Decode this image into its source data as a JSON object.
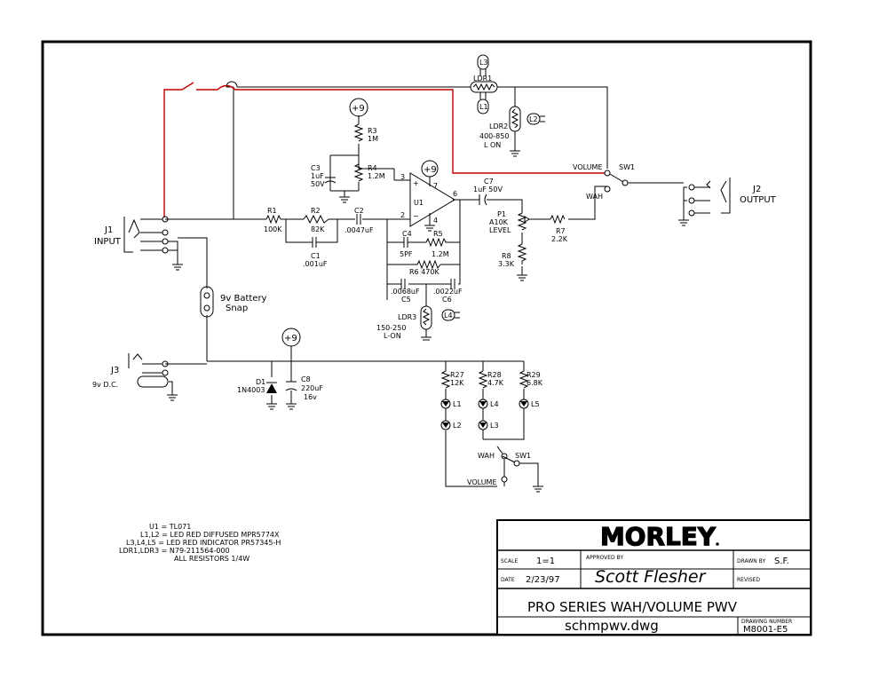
{
  "labels": {
    "j1": "J1",
    "input": "INPUT",
    "j2": "J2",
    "output": "OUTPUT",
    "j3": "J3",
    "dc": "9v D.C.",
    "battery1": "9v Battery",
    "battery2": "Snap",
    "plus9": "+9",
    "r1": "R1",
    "r1v": "100K",
    "r2": "R2",
    "r2v": "82K",
    "c1": "C1",
    "c1v": ".001uF",
    "c2": "C2",
    "c2v": ".0047uF",
    "c3": "C3",
    "c3v1": "1uF",
    "c3v2": "50V",
    "r3": "R3",
    "r3v": "1M",
    "r4": "R4",
    "r4v": "1.2M",
    "u1": "U1",
    "pin3": "3",
    "pin2": "2",
    "pin6": "6",
    "pin7": "7",
    "pin4": "4",
    "c4": "C4",
    "c4v": "5PF",
    "r5": "R5",
    "r5v": "1.2M",
    "r6": "R6 470K",
    "c5": "C5",
    "c5v": ".0068uF",
    "c6": "C6",
    "c6v": ".0022uF",
    "ldr3": "LDR3",
    "ldr3v1": "150-250",
    "ldr3v2": "L-ON",
    "l4": "L4",
    "c7": "C7",
    "c7v": "1uF 50V",
    "p1": "P1",
    "p1v1": "A10K",
    "p1v2": "LEVEL",
    "r7": "R7",
    "r7v": "2.2K",
    "r8": "R8",
    "r8v": "3.3K",
    "ldr1": "LDR1",
    "l3": "L3",
    "l1": "L1",
    "ldr2": "LDR2",
    "ldr2v1": "400-850",
    "ldr2v2": "L ON",
    "l2": "L2",
    "volume": "VOLUME",
    "wah": "WAH",
    "sw1": "SW1",
    "d1": "D1",
    "d1v": "1N4003",
    "c8": "C8",
    "c8v1": "220uF",
    "c8v2": "16v",
    "r27": "R27",
    "r27v": "12K",
    "r28": "R28",
    "r28v": "4.7K",
    "r29": "R29",
    "r29v": "6.8K",
    "l5": "L5"
  },
  "notes": [
    "U1  =  TL071",
    "L1,L2  =  LED RED DIFFUSED MPR5774X",
    "L3,L4,L5  =  LED RED INDICATOR PR57345-H",
    "LDR1,LDR3  =  N79-211564-000",
    "ALL RESISTORS 1/4W"
  ],
  "title_block": {
    "logo": "MORLEY",
    "scale_label": "SCALE",
    "scale": "1=1",
    "approved_label": "APPROVED BY",
    "signature": "Scott  Flesher",
    "drawn_label": "DRAWN BY",
    "drawn": "S.F.",
    "date_label": "DATE",
    "date": "2/23/97",
    "revised_label": "REVISED",
    "title": "PRO SERIES WAH/VOLUME  PWV",
    "file": "schmpwv.dwg",
    "drawing_number_label": "DRAWING NUMBER",
    "drawing_number": "M8001-E5"
  }
}
